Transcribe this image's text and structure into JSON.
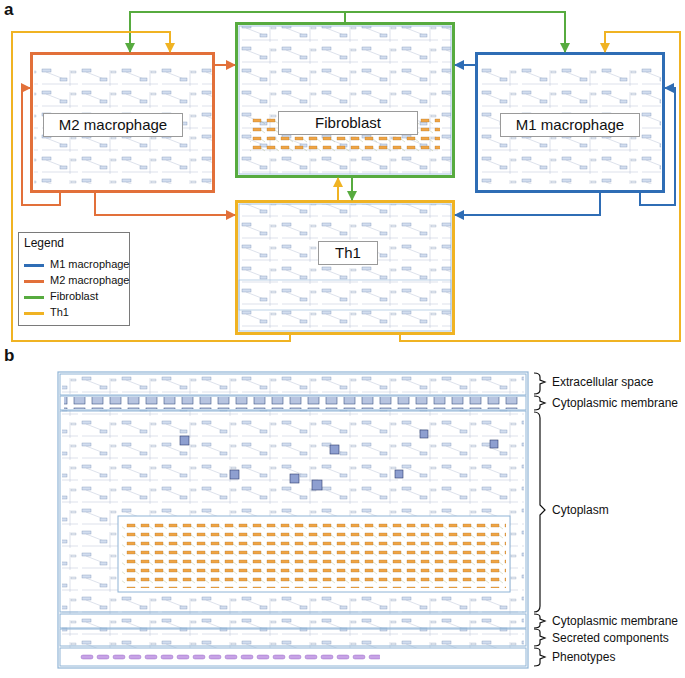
{
  "diagram": {
    "nodes": [
      {
        "text": [
          "M2 macrophage"
        ]
      },
      {
        "text": [
          "Fibroblast"
        ]
      },
      {
        "text": [
          "M1 macrophage"
        ]
      },
      {
        "text": [
          "Th1"
        ]
      }
    ],
    "edges": [
      {
        "from": 1,
        "to": 0,
        "arrow": "to"
      },
      {
        "from": 1,
        "to": 2,
        "arrow": "to"
      },
      {
        "from": 1,
        "to": 3,
        "arrow": "to"
      },
      {
        "from": 3,
        "to": 1,
        "arrow": "to"
      },
      {
        "from": 3,
        "to": 0,
        "arrow": "to"
      },
      {
        "from": 3,
        "to": 2,
        "arrow": "to"
      },
      {
        "from": 0,
        "to": 1,
        "arrow": "to"
      },
      {
        "from": 0,
        "to": 3,
        "arrow": "to"
      },
      {
        "from": 2,
        "to": 1,
        "arrow": "to"
      },
      {
        "from": 2,
        "to": 3,
        "arrow": "to"
      }
    ],
    "labels": [
      "a",
      "Legend",
      "b",
      "Extracellular space",
      "Cytoplasmic membrane",
      "Cytoplasm",
      "Cytoplasmic membrane",
      "Secreted components",
      "Phenotypes"
    ],
    "legend": [
      {
        "text": "M1 macrophage",
        "color": "#2f6db5"
      },
      {
        "text": "M2 macrophage",
        "color": "#e2703a"
      },
      {
        "text": "Fibroblast",
        "color": "#57ab3f"
      },
      {
        "text": "Th1",
        "color": "#f0b323"
      }
    ]
  }
}
